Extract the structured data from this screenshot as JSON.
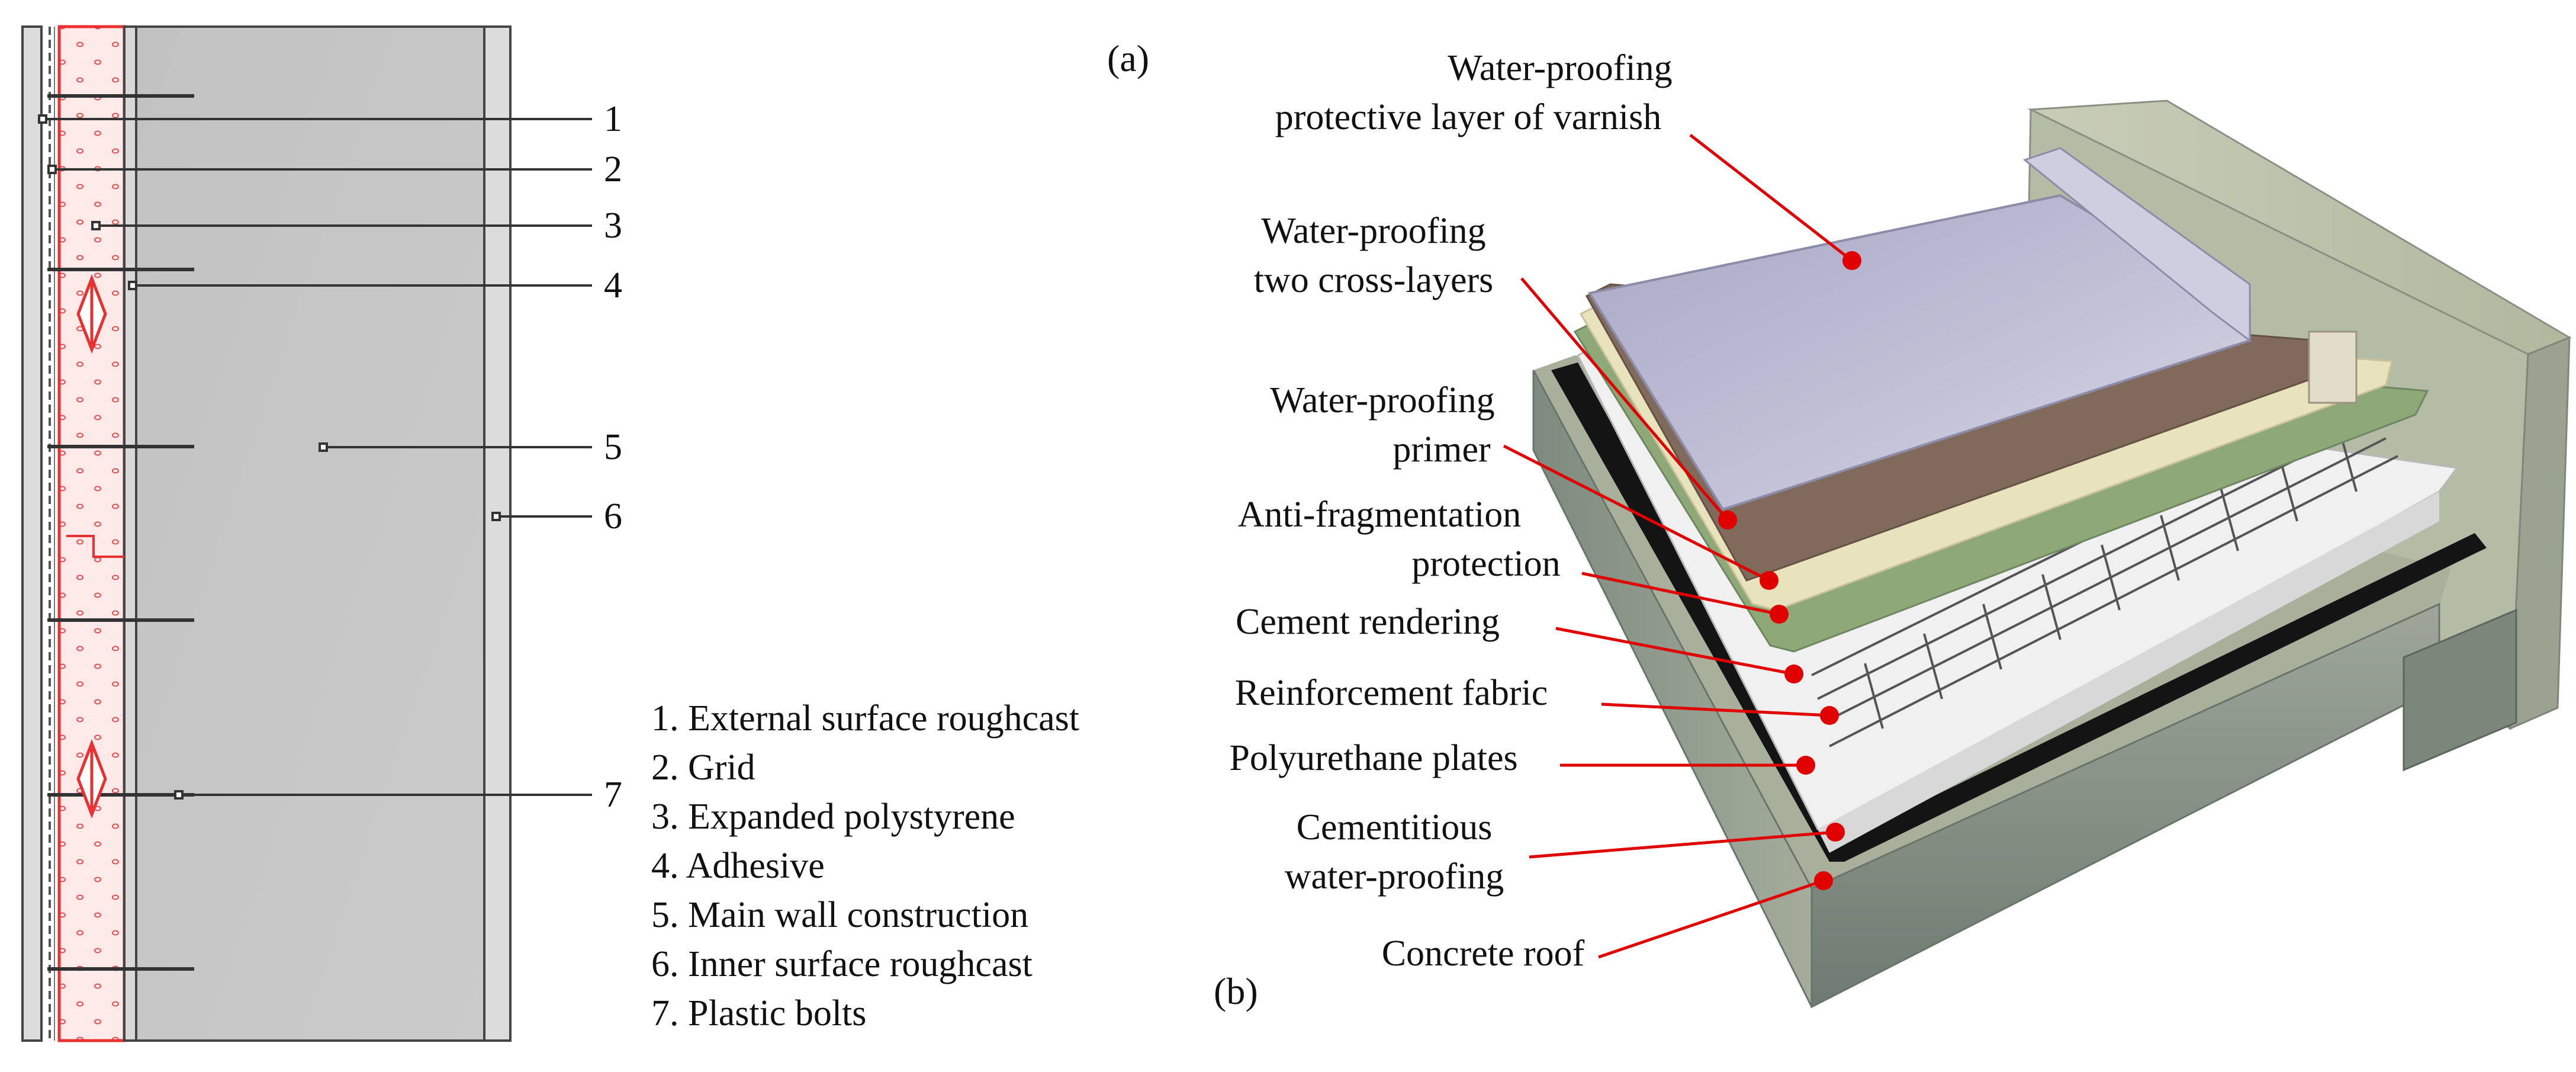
{
  "panel_a": {
    "label": "(a)",
    "callouts": [
      "1",
      "2",
      "3",
      "4",
      "5",
      "6",
      "7"
    ],
    "legend": [
      "1. External surface roughcast",
      "2. Grid",
      "3. Expanded polystyrene",
      "4. Adhesive",
      "5. Main wall construction",
      "6. Inner surface roughcast",
      "7. Plastic bolts"
    ]
  },
  "panel_b": {
    "label": "(b)",
    "layers": [
      {
        "line1": "Water-proofing",
        "line2": "protective layer of varnish"
      },
      {
        "line1": "Water-proofing",
        "line2": "two cross-layers"
      },
      {
        "line1": "Water-proofing",
        "line2": "primer"
      },
      {
        "line1": "Anti-fragmentation",
        "line2": "protection"
      },
      {
        "line1": "Cement rendering",
        "line2": ""
      },
      {
        "line1": "Reinforcement fabric",
        "line2": ""
      },
      {
        "line1": "Polyurethane plates",
        "line2": ""
      },
      {
        "line1": "Cementitious",
        "line2": "water-proofing"
      },
      {
        "line1": "Concrete roof",
        "line2": ""
      }
    ]
  },
  "colors": {
    "leader_line": "#e00000",
    "marker_dot": "#e00000",
    "insulation_fill": "#ffe9e9",
    "insulation_outline": "#e83030",
    "wall_fill": "#c6c6c6",
    "roughcast_fill": "#dcdcdc",
    "concrete": "#8f9a8a",
    "varnish": "#b9b8cf",
    "membrane_brown": "#7f6a5c",
    "primer_cream": "#e8e2bd",
    "anti_frag_green": "#8fa878",
    "cement_white": "#eeeeee",
    "polyurethane_black": "#141414"
  }
}
